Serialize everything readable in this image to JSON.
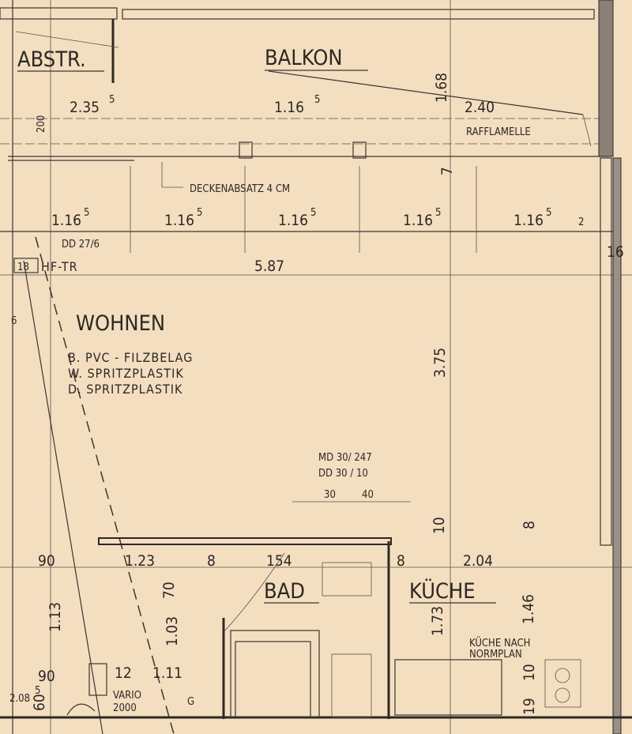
{
  "rooms": {
    "abstr": "ABSTR.",
    "balkon": "BALKON",
    "wohnen": "WOHNEN",
    "bad": "BAD",
    "kueche": "KÜCHE"
  },
  "notes": {
    "rafflamelle": "RAFFLAMELLE",
    "deckenabsatz": "DECKENABSATZ  4 CM",
    "dd_27_6": "DD 27/6",
    "hf_tr_num": "18",
    "hf_tr": "HF-TR",
    "wohnen_b": "B.  PVC - FILZBELAG",
    "wohnen_w": "W.  SPRITZPLASTIK",
    "wohnen_d": "D.  SPRITZPLASTIK",
    "md": "MD  30/ 247",
    "dd": "DD  30 / 10",
    "kueche_nach": "KÜCHE  NACH",
    "normplan": "NORMPLAN",
    "vario": "VARIO",
    "vario_num": "2000",
    "g": "G"
  },
  "dimensions": {
    "abstr_width": "2.35",
    "balkon_mid": "1.16",
    "balkon_right": "2.40",
    "sup5": "5",
    "balkon_depth": "1.68",
    "abstr_depth": "200",
    "seven": "7",
    "row": [
      "1.16",
      "1.16",
      "1.16",
      "1.16",
      "1.16"
    ],
    "two": "2",
    "sixteen": "16",
    "total": "5.87",
    "six": "6",
    "wohnen_depth": "3.75",
    "d30": "30",
    "d40": "40",
    "d10a": "10",
    "d8a": "8",
    "d90a": "90",
    "d123": "1.23",
    "d8b": "8",
    "d154": "154",
    "d8c": "8",
    "d204": "2.04",
    "d70": "70",
    "d113": "1.13",
    "d103": "1.03",
    "d173": "1.73",
    "d146": "1.46",
    "d90b": "90",
    "d12": "12",
    "d111": "1.11",
    "d10b": "10",
    "d19": "19",
    "d208": "2.08",
    "d60": "60"
  }
}
